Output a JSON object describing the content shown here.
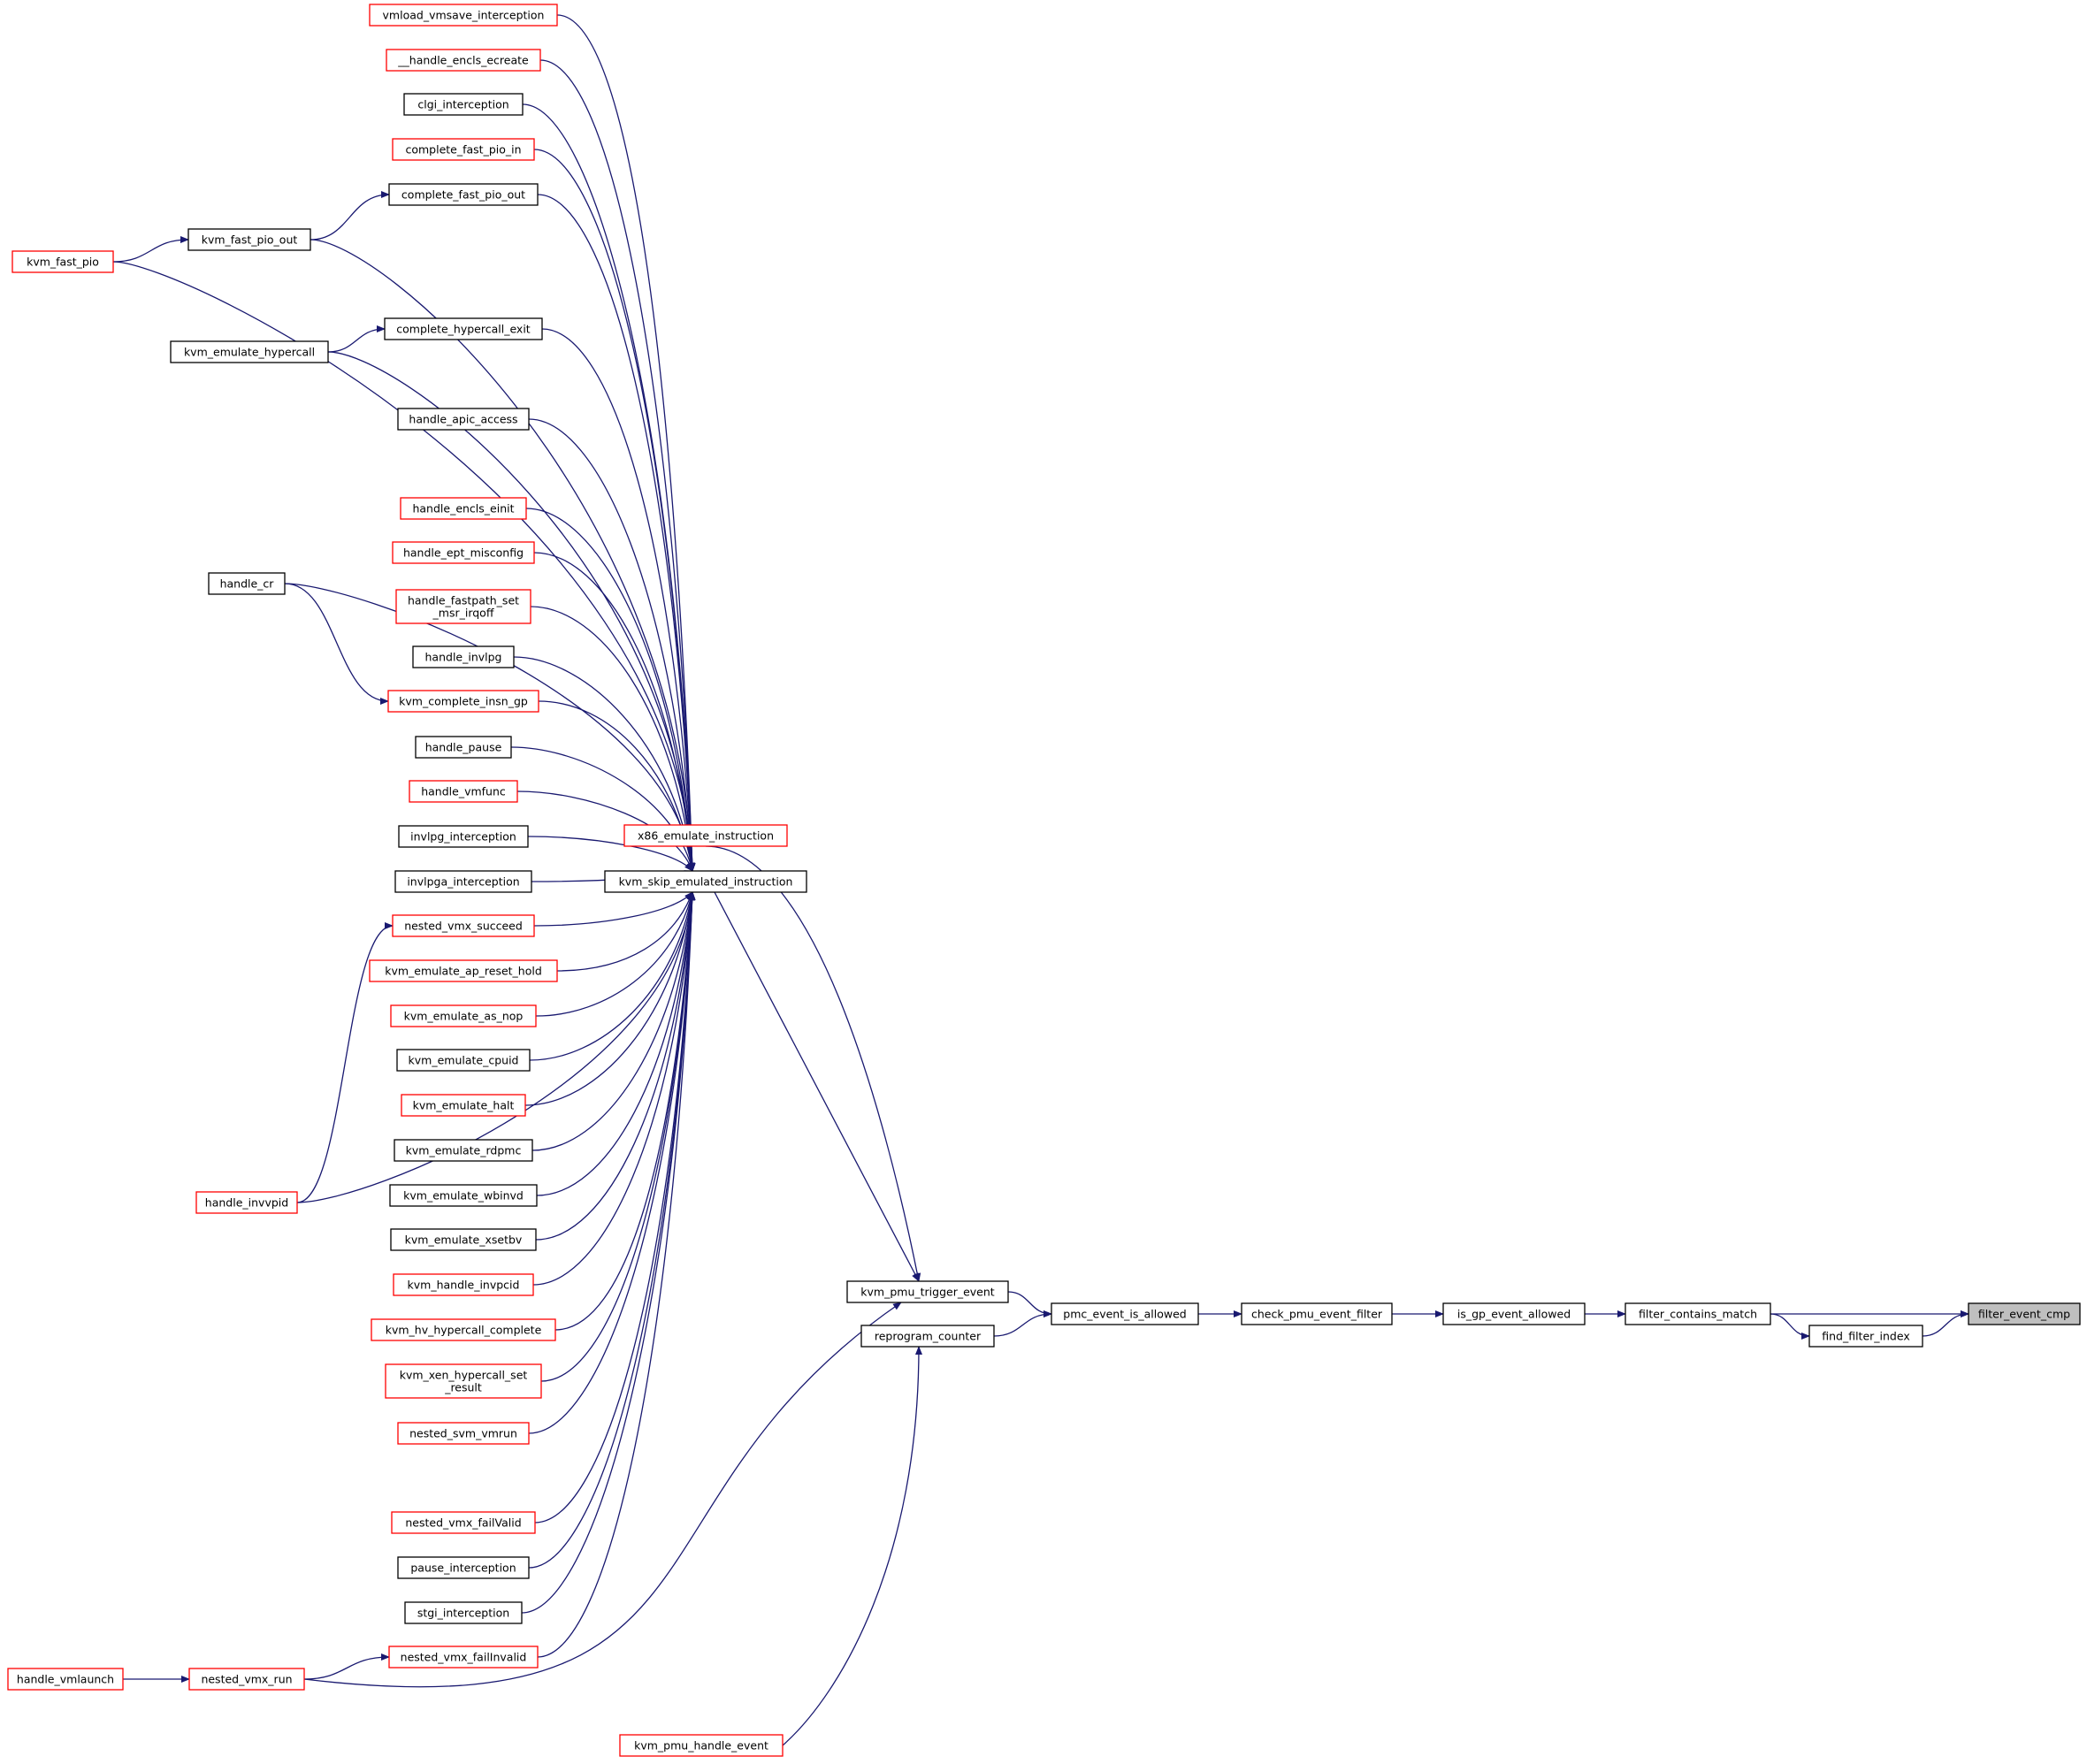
{
  "colors": {
    "edge": "#191970",
    "border_complete": "#000000",
    "border_truncated": "#ff0000",
    "focus_fill": "#bfbfbf"
  },
  "nodes": [
    {
      "id": "filter_event_cmp",
      "lines": [
        "filter_event_cmp"
      ],
      "style": "focus"
    },
    {
      "id": "filter_contains_match",
      "lines": [
        "filter_contains_match"
      ],
      "style": "black"
    },
    {
      "id": "find_filter_index",
      "lines": [
        "find_filter_index"
      ],
      "style": "black"
    },
    {
      "id": "is_gp_event_allowed",
      "lines": [
        "is_gp_event_allowed"
      ],
      "style": "black"
    },
    {
      "id": "check_pmu_event_filter",
      "lines": [
        "check_pmu_event_filter"
      ],
      "style": "black"
    },
    {
      "id": "pmc_event_is_allowed",
      "lines": [
        "pmc_event_is_allowed"
      ],
      "style": "black"
    },
    {
      "id": "kvm_pmu_trigger_event",
      "lines": [
        "kvm_pmu_trigger_event"
      ],
      "style": "black"
    },
    {
      "id": "reprogram_counter",
      "lines": [
        "reprogram_counter"
      ],
      "style": "black"
    },
    {
      "id": "kvm_pmu_handle_event",
      "lines": [
        "kvm_pmu_handle_event"
      ],
      "style": "red"
    },
    {
      "id": "x86_emulate_instruction",
      "lines": [
        "x86_emulate_instruction"
      ],
      "style": "red"
    },
    {
      "id": "kvm_skip_emulated_instruction",
      "lines": [
        "kvm_skip_emulated_instruction"
      ],
      "style": "black"
    },
    {
      "id": "vmload_vmsave_interception",
      "lines": [
        "vmload_vmsave_interception"
      ],
      "style": "red"
    },
    {
      "id": "__handle_encls_ecreate",
      "lines": [
        "__handle_encls_ecreate"
      ],
      "style": "red"
    },
    {
      "id": "clgi_interception",
      "lines": [
        "clgi_interception"
      ],
      "style": "black"
    },
    {
      "id": "complete_fast_pio_in",
      "lines": [
        "complete_fast_pio_in"
      ],
      "style": "red"
    },
    {
      "id": "complete_fast_pio_out",
      "lines": [
        "complete_fast_pio_out"
      ],
      "style": "black"
    },
    {
      "id": "kvm_fast_pio_out",
      "lines": [
        "kvm_fast_pio_out"
      ],
      "style": "black"
    },
    {
      "id": "kvm_fast_pio",
      "lines": [
        "kvm_fast_pio"
      ],
      "style": "red"
    },
    {
      "id": "complete_hypercall_exit",
      "lines": [
        "complete_hypercall_exit"
      ],
      "style": "black"
    },
    {
      "id": "kvm_emulate_hypercall",
      "lines": [
        "kvm_emulate_hypercall"
      ],
      "style": "black"
    },
    {
      "id": "handle_apic_access",
      "lines": [
        "handle_apic_access"
      ],
      "style": "black"
    },
    {
      "id": "handle_cr",
      "lines": [
        "handle_cr"
      ],
      "style": "black"
    },
    {
      "id": "handle_encls_einit",
      "lines": [
        "handle_encls_einit"
      ],
      "style": "red"
    },
    {
      "id": "handle_ept_misconfig",
      "lines": [
        "handle_ept_misconfig"
      ],
      "style": "red"
    },
    {
      "id": "handle_fastpath_set_msr_irqoff",
      "lines": [
        "handle_fastpath_set",
        "_msr_irqoff"
      ],
      "style": "red"
    },
    {
      "id": "handle_invlpg",
      "lines": [
        "handle_invlpg"
      ],
      "style": "black"
    },
    {
      "id": "kvm_complete_insn_gp",
      "lines": [
        "kvm_complete_insn_gp"
      ],
      "style": "red"
    },
    {
      "id": "handle_pause",
      "lines": [
        "handle_pause"
      ],
      "style": "black"
    },
    {
      "id": "handle_vmfunc",
      "lines": [
        "handle_vmfunc"
      ],
      "style": "red"
    },
    {
      "id": "invlpg_interception",
      "lines": [
        "invlpg_interception"
      ],
      "style": "black"
    },
    {
      "id": "invlpga_interception",
      "lines": [
        "invlpga_interception"
      ],
      "style": "black"
    },
    {
      "id": "nested_vmx_succeed",
      "lines": [
        "nested_vmx_succeed"
      ],
      "style": "red"
    },
    {
      "id": "handle_invvpid",
      "lines": [
        "handle_invvpid"
      ],
      "style": "red"
    },
    {
      "id": "kvm_emulate_ap_reset_hold",
      "lines": [
        "kvm_emulate_ap_reset_hold"
      ],
      "style": "red"
    },
    {
      "id": "kvm_emulate_as_nop",
      "lines": [
        "kvm_emulate_as_nop"
      ],
      "style": "red"
    },
    {
      "id": "kvm_emulate_cpuid",
      "lines": [
        "kvm_emulate_cpuid"
      ],
      "style": "black"
    },
    {
      "id": "kvm_emulate_halt",
      "lines": [
        "kvm_emulate_halt"
      ],
      "style": "red"
    },
    {
      "id": "kvm_emulate_rdpmc",
      "lines": [
        "kvm_emulate_rdpmc"
      ],
      "style": "black"
    },
    {
      "id": "kvm_emulate_wbinvd",
      "lines": [
        "kvm_emulate_wbinvd"
      ],
      "style": "black"
    },
    {
      "id": "kvm_emulate_xsetbv",
      "lines": [
        "kvm_emulate_xsetbv"
      ],
      "style": "black"
    },
    {
      "id": "kvm_handle_invpcid",
      "lines": [
        "kvm_handle_invpcid"
      ],
      "style": "red"
    },
    {
      "id": "kvm_hv_hypercall_complete",
      "lines": [
        "kvm_hv_hypercall_complete"
      ],
      "style": "red"
    },
    {
      "id": "kvm_xen_hypercall_set_result",
      "lines": [
        "kvm_xen_hypercall_set",
        "_result"
      ],
      "style": "red"
    },
    {
      "id": "nested_svm_vmrun",
      "lines": [
        "nested_svm_vmrun"
      ],
      "style": "red"
    },
    {
      "id": "nested_vmx_failValid",
      "lines": [
        "nested_vmx_failValid"
      ],
      "style": "red"
    },
    {
      "id": "pause_interception",
      "lines": [
        "pause_interception"
      ],
      "style": "black"
    },
    {
      "id": "stgi_interception",
      "lines": [
        "stgi_interception"
      ],
      "style": "black"
    },
    {
      "id": "nested_vmx_failInvalid",
      "lines": [
        "nested_vmx_failInvalid"
      ],
      "style": "red"
    },
    {
      "id": "nested_vmx_run",
      "lines": [
        "nested_vmx_run"
      ],
      "style": "red"
    },
    {
      "id": "handle_vmlaunch",
      "lines": [
        "handle_vmlaunch"
      ],
      "style": "red"
    }
  ],
  "edges": [
    [
      "filter_contains_match",
      "filter_event_cmp"
    ],
    [
      "find_filter_index",
      "filter_event_cmp"
    ],
    [
      "filter_contains_match",
      "find_filter_index"
    ],
    [
      "is_gp_event_allowed",
      "filter_contains_match"
    ],
    [
      "check_pmu_event_filter",
      "is_gp_event_allowed"
    ],
    [
      "pmc_event_is_allowed",
      "check_pmu_event_filter"
    ],
    [
      "kvm_pmu_trigger_event",
      "pmc_event_is_allowed"
    ],
    [
      "reprogram_counter",
      "pmc_event_is_allowed"
    ],
    [
      "kvm_pmu_handle_event",
      "reprogram_counter"
    ],
    [
      "x86_emulate_instruction",
      "kvm_pmu_trigger_event"
    ],
    [
      "kvm_skip_emulated_instruction",
      "kvm_pmu_trigger_event"
    ],
    [
      "nested_vmx_run",
      "kvm_pmu_trigger_event"
    ],
    [
      "vmload_vmsave_interception",
      "kvm_skip_emulated_instruction"
    ],
    [
      "__handle_encls_ecreate",
      "kvm_skip_emulated_instruction"
    ],
    [
      "clgi_interception",
      "kvm_skip_emulated_instruction"
    ],
    [
      "complete_fast_pio_in",
      "kvm_skip_emulated_instruction"
    ],
    [
      "complete_fast_pio_out",
      "kvm_skip_emulated_instruction"
    ],
    [
      "kvm_fast_pio_out",
      "kvm_skip_emulated_instruction"
    ],
    [
      "kvm_fast_pio",
      "kvm_skip_emulated_instruction"
    ],
    [
      "complete_hypercall_exit",
      "kvm_skip_emulated_instruction"
    ],
    [
      "kvm_emulate_hypercall",
      "kvm_skip_emulated_instruction"
    ],
    [
      "handle_apic_access",
      "kvm_skip_emulated_instruction"
    ],
    [
      "handle_cr",
      "kvm_skip_emulated_instruction"
    ],
    [
      "handle_encls_einit",
      "kvm_skip_emulated_instruction"
    ],
    [
      "handle_ept_misconfig",
      "kvm_skip_emulated_instruction"
    ],
    [
      "handle_fastpath_set_msr_irqoff",
      "kvm_skip_emulated_instruction"
    ],
    [
      "handle_invlpg",
      "kvm_skip_emulated_instruction"
    ],
    [
      "kvm_complete_insn_gp",
      "kvm_skip_emulated_instruction"
    ],
    [
      "handle_pause",
      "kvm_skip_emulated_instruction"
    ],
    [
      "handle_vmfunc",
      "kvm_skip_emulated_instruction"
    ],
    [
      "invlpg_interception",
      "kvm_skip_emulated_instruction"
    ],
    [
      "invlpga_interception",
      "kvm_skip_emulated_instruction"
    ],
    [
      "nested_vmx_succeed",
      "kvm_skip_emulated_instruction"
    ],
    [
      "handle_invvpid",
      "kvm_skip_emulated_instruction"
    ],
    [
      "kvm_emulate_ap_reset_hold",
      "kvm_skip_emulated_instruction"
    ],
    [
      "kvm_emulate_as_nop",
      "kvm_skip_emulated_instruction"
    ],
    [
      "kvm_emulate_cpuid",
      "kvm_skip_emulated_instruction"
    ],
    [
      "kvm_emulate_halt",
      "kvm_skip_emulated_instruction"
    ],
    [
      "kvm_emulate_rdpmc",
      "kvm_skip_emulated_instruction"
    ],
    [
      "kvm_emulate_wbinvd",
      "kvm_skip_emulated_instruction"
    ],
    [
      "kvm_emulate_xsetbv",
      "kvm_skip_emulated_instruction"
    ],
    [
      "kvm_handle_invpcid",
      "kvm_skip_emulated_instruction"
    ],
    [
      "kvm_hv_hypercall_complete",
      "kvm_skip_emulated_instruction"
    ],
    [
      "kvm_xen_hypercall_set_result",
      "kvm_skip_emulated_instruction"
    ],
    [
      "nested_svm_vmrun",
      "kvm_skip_emulated_instruction"
    ],
    [
      "nested_vmx_failValid",
      "kvm_skip_emulated_instruction"
    ],
    [
      "pause_interception",
      "kvm_skip_emulated_instruction"
    ],
    [
      "stgi_interception",
      "kvm_skip_emulated_instruction"
    ],
    [
      "nested_vmx_failInvalid",
      "kvm_skip_emulated_instruction"
    ],
    [
      "kvm_fast_pio_out",
      "complete_fast_pio_out"
    ],
    [
      "kvm_fast_pio",
      "kvm_fast_pio_out"
    ],
    [
      "kvm_emulate_hypercall",
      "complete_hypercall_exit"
    ],
    [
      "handle_cr",
      "kvm_complete_insn_gp"
    ],
    [
      "handle_invvpid",
      "nested_vmx_succeed"
    ],
    [
      "nested_vmx_run",
      "nested_vmx_failInvalid"
    ],
    [
      "handle_vmlaunch",
      "nested_vmx_run"
    ]
  ]
}
